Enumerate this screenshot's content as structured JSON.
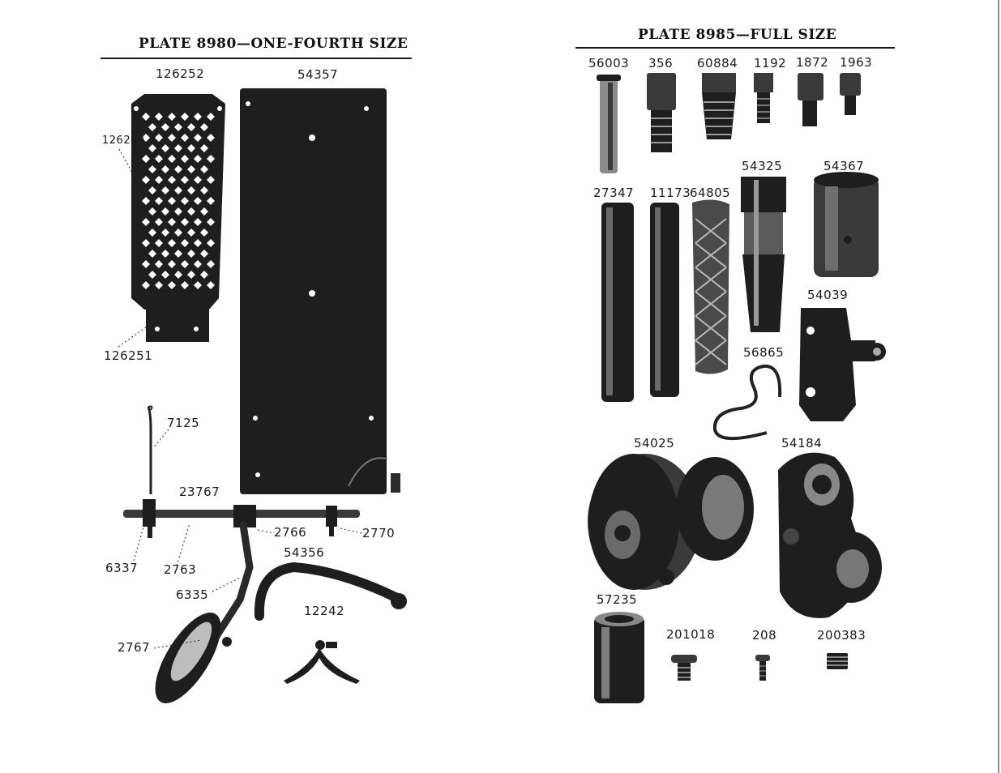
{
  "left_plate": {
    "title": "PLATE 8980—ONE-FOURTH SIZE",
    "labels": [
      "126252",
      "54357",
      "126249",
      "126251",
      "7125",
      "23767",
      "2766",
      "2770",
      "6337",
      "2763",
      "54356",
      "6335",
      "12242",
      "2767"
    ]
  },
  "right_plate": {
    "title": "PLATE 8985—FULL SIZE",
    "labels": [
      "56003",
      "356",
      "60884",
      "1192",
      "1872",
      "1963",
      "54325",
      "54367",
      "27347",
      "11173",
      "64805",
      "54039",
      "56865",
      "54025",
      "54184",
      "57235",
      "201018",
      "208",
      "200383"
    ]
  }
}
